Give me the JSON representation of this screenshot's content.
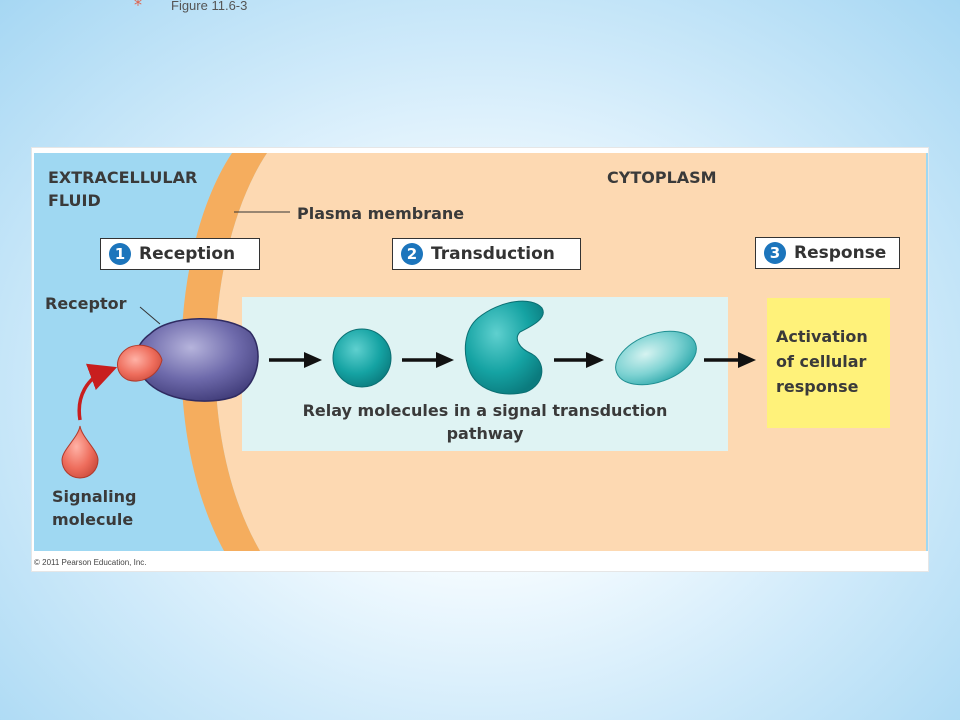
{
  "slide": {
    "bullet": "*",
    "caption": "Figure 11.6-3"
  },
  "figure": {
    "extracellular_line1": "EXTRACELLULAR",
    "extracellular_line2": "FLUID",
    "cytoplasm": "CYTOPLASM",
    "plasma_membrane": "Plasma membrane",
    "steps": [
      {
        "number": "1",
        "label": "Reception"
      },
      {
        "number": "2",
        "label": "Transduction"
      },
      {
        "number": "3",
        "label": "Response"
      }
    ],
    "receptor": "Receptor",
    "signaling_line1": "Signaling",
    "signaling_line2": "molecule",
    "relay_line1": "Relay molecules in a signal transduction",
    "relay_line2": "pathway",
    "activation_line1": "Activation",
    "activation_line2": "of cellular",
    "activation_line3": "response",
    "copyright": "© 2011 Pearson Education, Inc."
  },
  "colors": {
    "extracellular": "#9fd8f2",
    "membrane": "#f5ad5e",
    "cytoplasm": "#fdd9b2",
    "relay_panel": "#dff3f3",
    "response_panel": "#fff27a",
    "relay_molecule": "#14a6a6",
    "receptor": "#6b68a8",
    "signal": "#e96a5a",
    "step_number": "#1c75bc"
  }
}
